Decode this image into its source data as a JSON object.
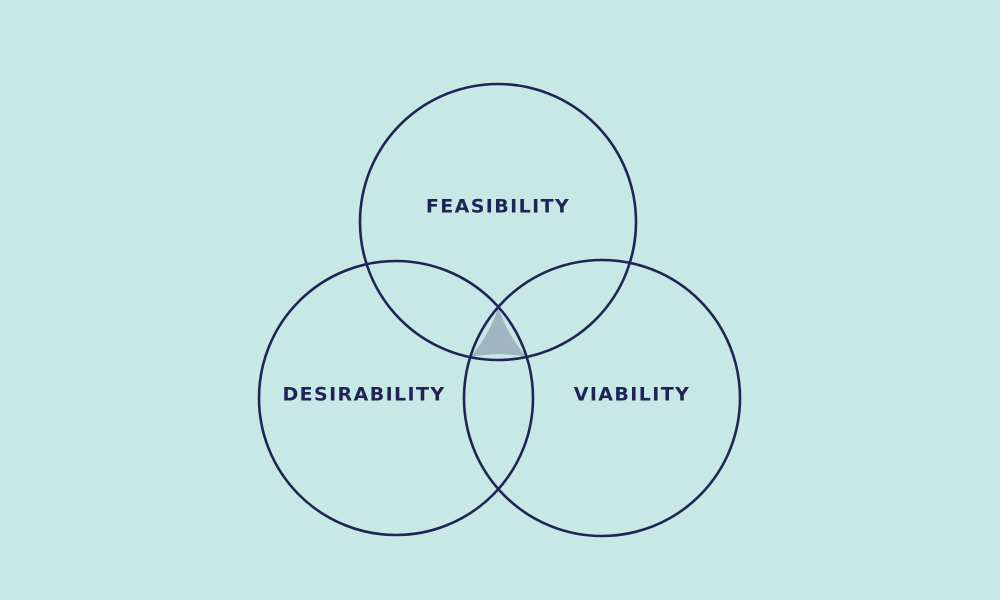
{
  "diagram": {
    "type": "venn",
    "colors": {
      "background": "#c7e8e4",
      "outline": "#1f2456",
      "text": "#1f2456",
      "intersection": "#9fb5c2"
    },
    "circles": [
      {
        "id": "feasibility",
        "label": "FEASIBILITY"
      },
      {
        "id": "desirability",
        "label": "DESIRABILITY"
      },
      {
        "id": "viability",
        "label": "VIABILITY"
      }
    ],
    "shaded_region": "intersection of all three"
  }
}
